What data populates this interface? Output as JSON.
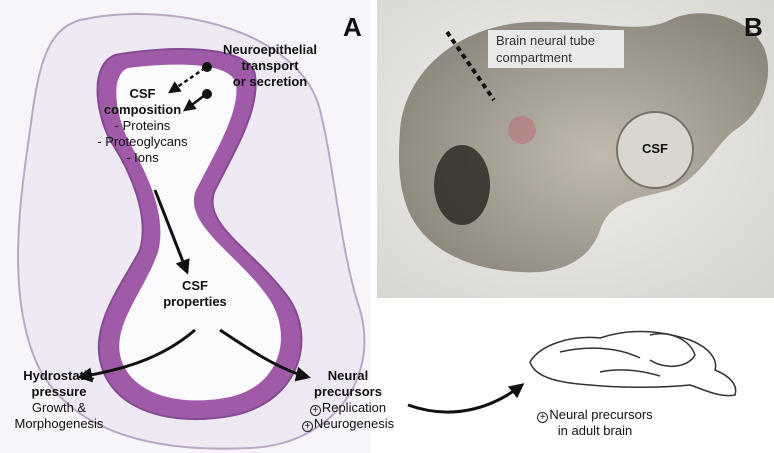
{
  "panel_a": {
    "label": "A",
    "transport": {
      "line1": "Neuroepithelial",
      "line2": "transport",
      "line3": "or secretion"
    },
    "composition": {
      "title": "CSF",
      "title2": "composition",
      "items": [
        "- Proteins",
        "- Proteoglycans",
        "- Ions"
      ]
    },
    "properties": {
      "line1": "CSF",
      "line2": "properties"
    },
    "pressure": {
      "line1": "Hydrostatic",
      "line2": "pressure",
      "line3": "Growth &",
      "line4": "Morphogenesis"
    },
    "precursors": {
      "line1": "Neural",
      "line2": "precursors",
      "item1": "Replication",
      "item2": "Neurogenesis"
    }
  },
  "panel_b": {
    "label": "B",
    "compartment": {
      "line1": "Brain neural tube",
      "line2": "compartment"
    },
    "csf": "CSF"
  },
  "adult": {
    "line1": "Neural precursors",
    "line2": "in adult brain"
  },
  "plus_symbol": "+"
}
